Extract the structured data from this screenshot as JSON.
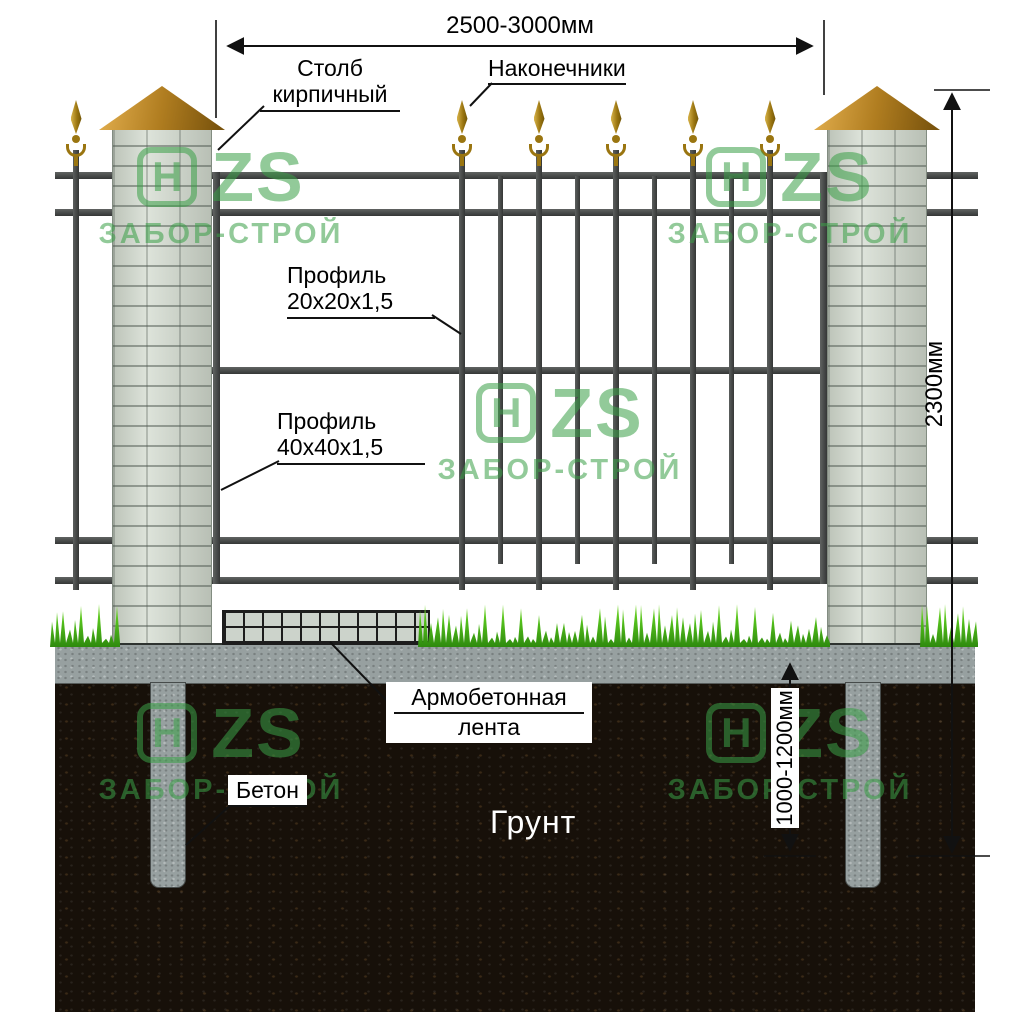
{
  "diagram": {
    "labels": {
      "post": [
        "Столб",
        "кирпичный"
      ],
      "finials": "Наконечники",
      "profile_small": [
        "Профиль",
        "20x20x1,5"
      ],
      "profile_big": [
        "Профиль",
        "40x40x1,5"
      ],
      "strip": [
        "Армобетонная",
        "лента"
      ],
      "concrete": "Бетон",
      "soil": "Грунт"
    },
    "dimensions": {
      "section_width": "2500-3000мм",
      "fence_height": "2300мм",
      "foundation_depth": "1000-1200мм"
    },
    "watermark": {
      "icon_letter": "H",
      "logo": "ZS",
      "name": "ЗАБОР-СТРОЙ"
    },
    "colors": {
      "metal": "#353736",
      "brick": "#d2dace",
      "cap": "#b07d20",
      "gold": "#9a7510",
      "grass": "#54c01c",
      "soil": "#171009",
      "concrete": "#97a0a0",
      "watermark": "#3aa047",
      "line": "#111111"
    }
  }
}
